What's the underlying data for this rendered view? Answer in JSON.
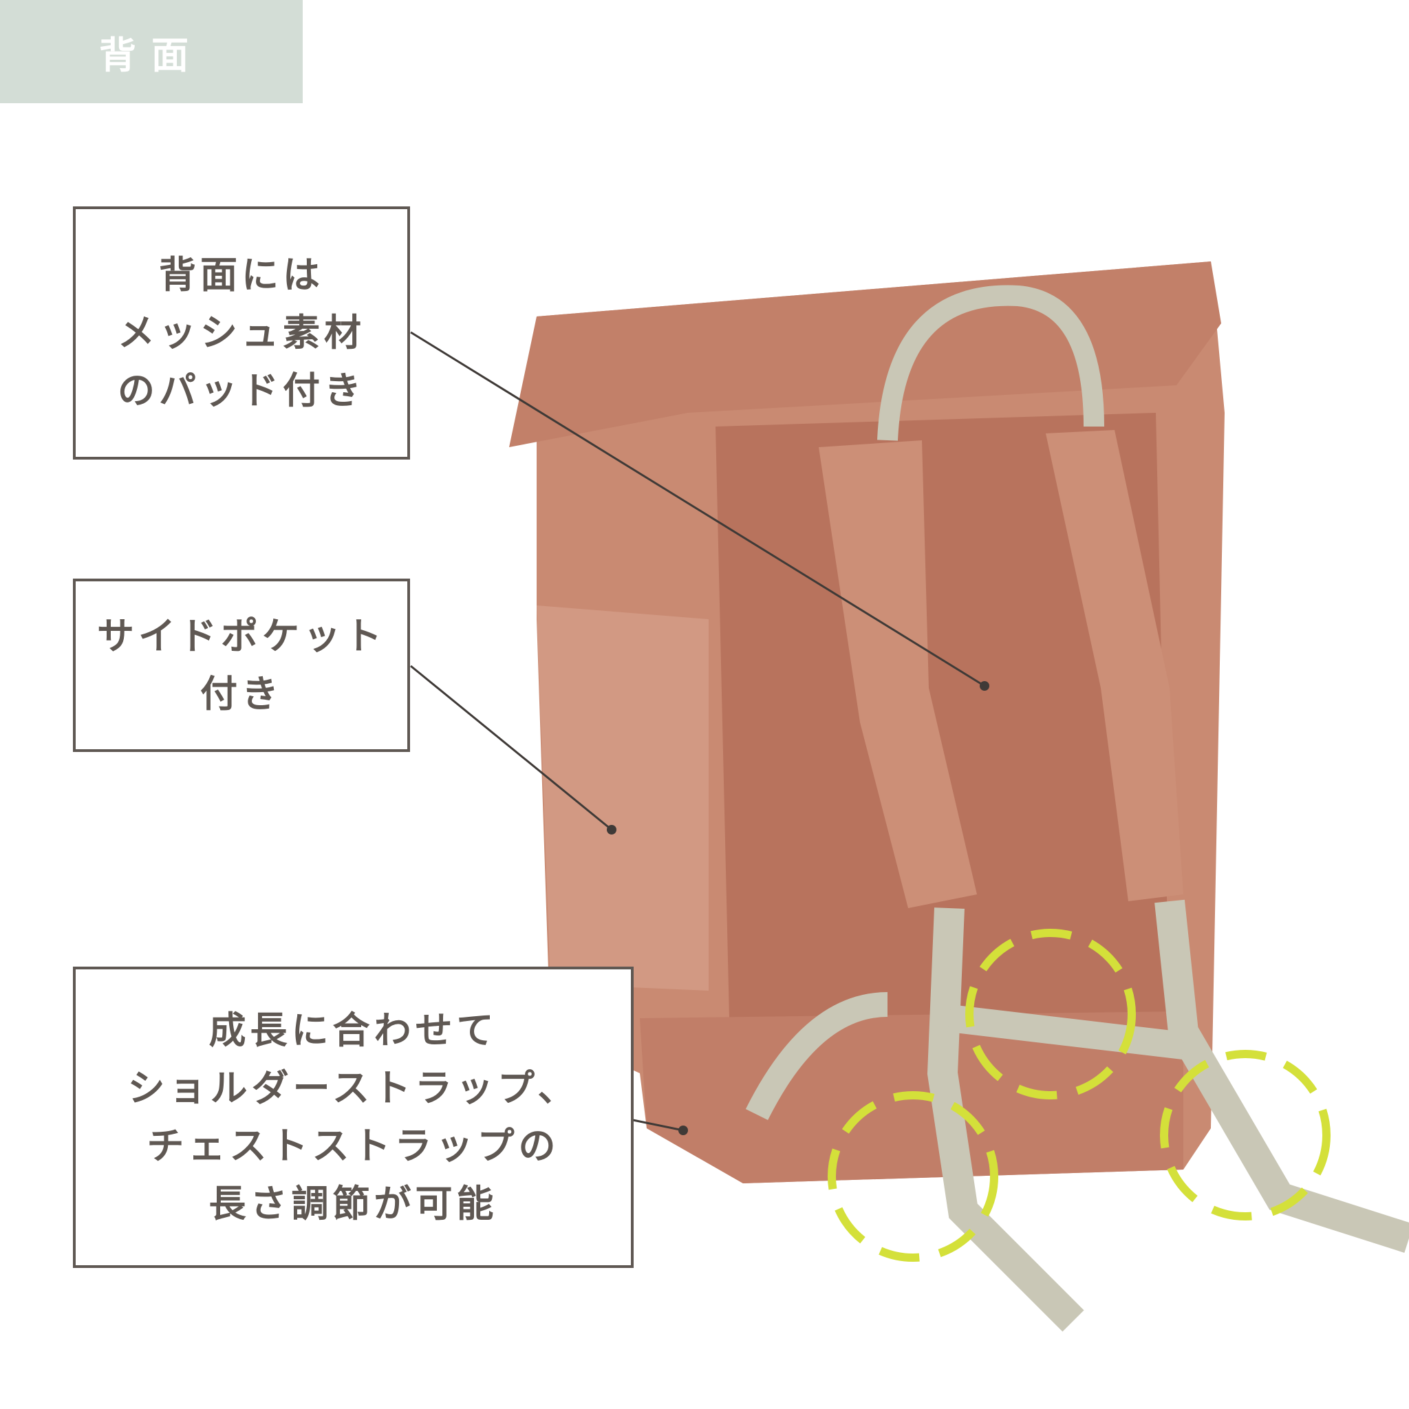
{
  "header": {
    "tag_label": "背面"
  },
  "callouts": [
    {
      "lines": [
        "背面には",
        "メッシュ素材",
        "のパッド付き"
      ]
    },
    {
      "lines": [
        "サイドポケット",
        "付き"
      ]
    },
    {
      "lines": [
        "成長に合わせて",
        "ショルダーストラップ、",
        "チェストストラップの",
        "長さ調節が可能"
      ]
    }
  ],
  "colors": {
    "tag_bg": "#d3ddd6",
    "text": "#5f5853",
    "bag": "#c98a72",
    "strap": "#c9c7b6",
    "highlight": "#d4e03a"
  }
}
